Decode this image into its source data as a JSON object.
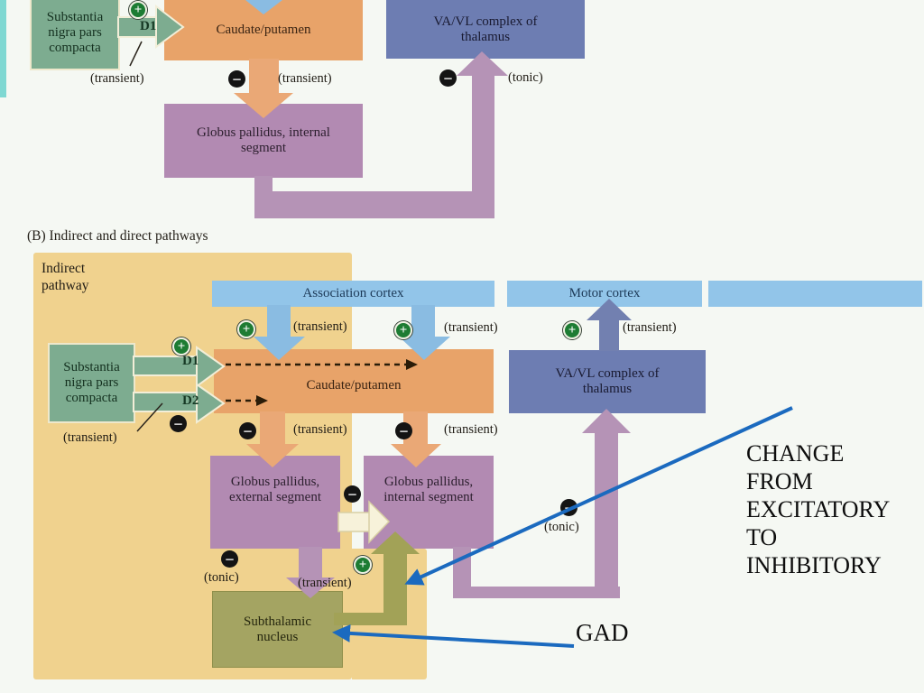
{
  "icons": {
    "plus_glyph": "+",
    "minus_glyph": "−"
  },
  "labels": {
    "transient": "(transient)",
    "tonic": "(tonic)",
    "d1": "D1",
    "d2": "D2"
  },
  "panel_a": {
    "boxes": {
      "snc": "Substantia nigra pars compacta",
      "caudate": "Caudate/putamen",
      "thalamus": "VA/VL complex of thalamus",
      "gpi": "Globus pallidus, internal segment"
    }
  },
  "panel_b": {
    "title": "(B) Indirect and direct pathways",
    "region_label": "Indirect pathway",
    "boxes": {
      "association_cortex": "Association cortex",
      "motor_cortex": "Motor cortex",
      "snc": "Substantia nigra pars compacta",
      "caudate": "Caudate/putamen",
      "thalamus": "VA/VL complex of thalamus",
      "gpe": "Globus pallidus, external segment",
      "gpi": "Globus pallidus, internal segment",
      "stn": "Subthalamic nucleus"
    }
  },
  "annotations": {
    "change_note": "CHANGE FROM EXCITATORY TO INHIBITORY",
    "gad": "GAD"
  },
  "colors": {
    "background": "#f5f8f3",
    "accent_strip": "#7fd8d2",
    "tan_region": "#f0d28e",
    "green_nucleus": "#7dac90",
    "orange_striatum": "#e8a369",
    "slate_thalamus": "#6d7db2",
    "purple_pallidum": "#b28ab2",
    "olive_subthalamic": "#a2a257",
    "cortex_bar": "#92c5e9",
    "plus_icon": "#1d7c33",
    "minus_icon": "#141414",
    "annotation_arrow": "#1b6abf"
  }
}
